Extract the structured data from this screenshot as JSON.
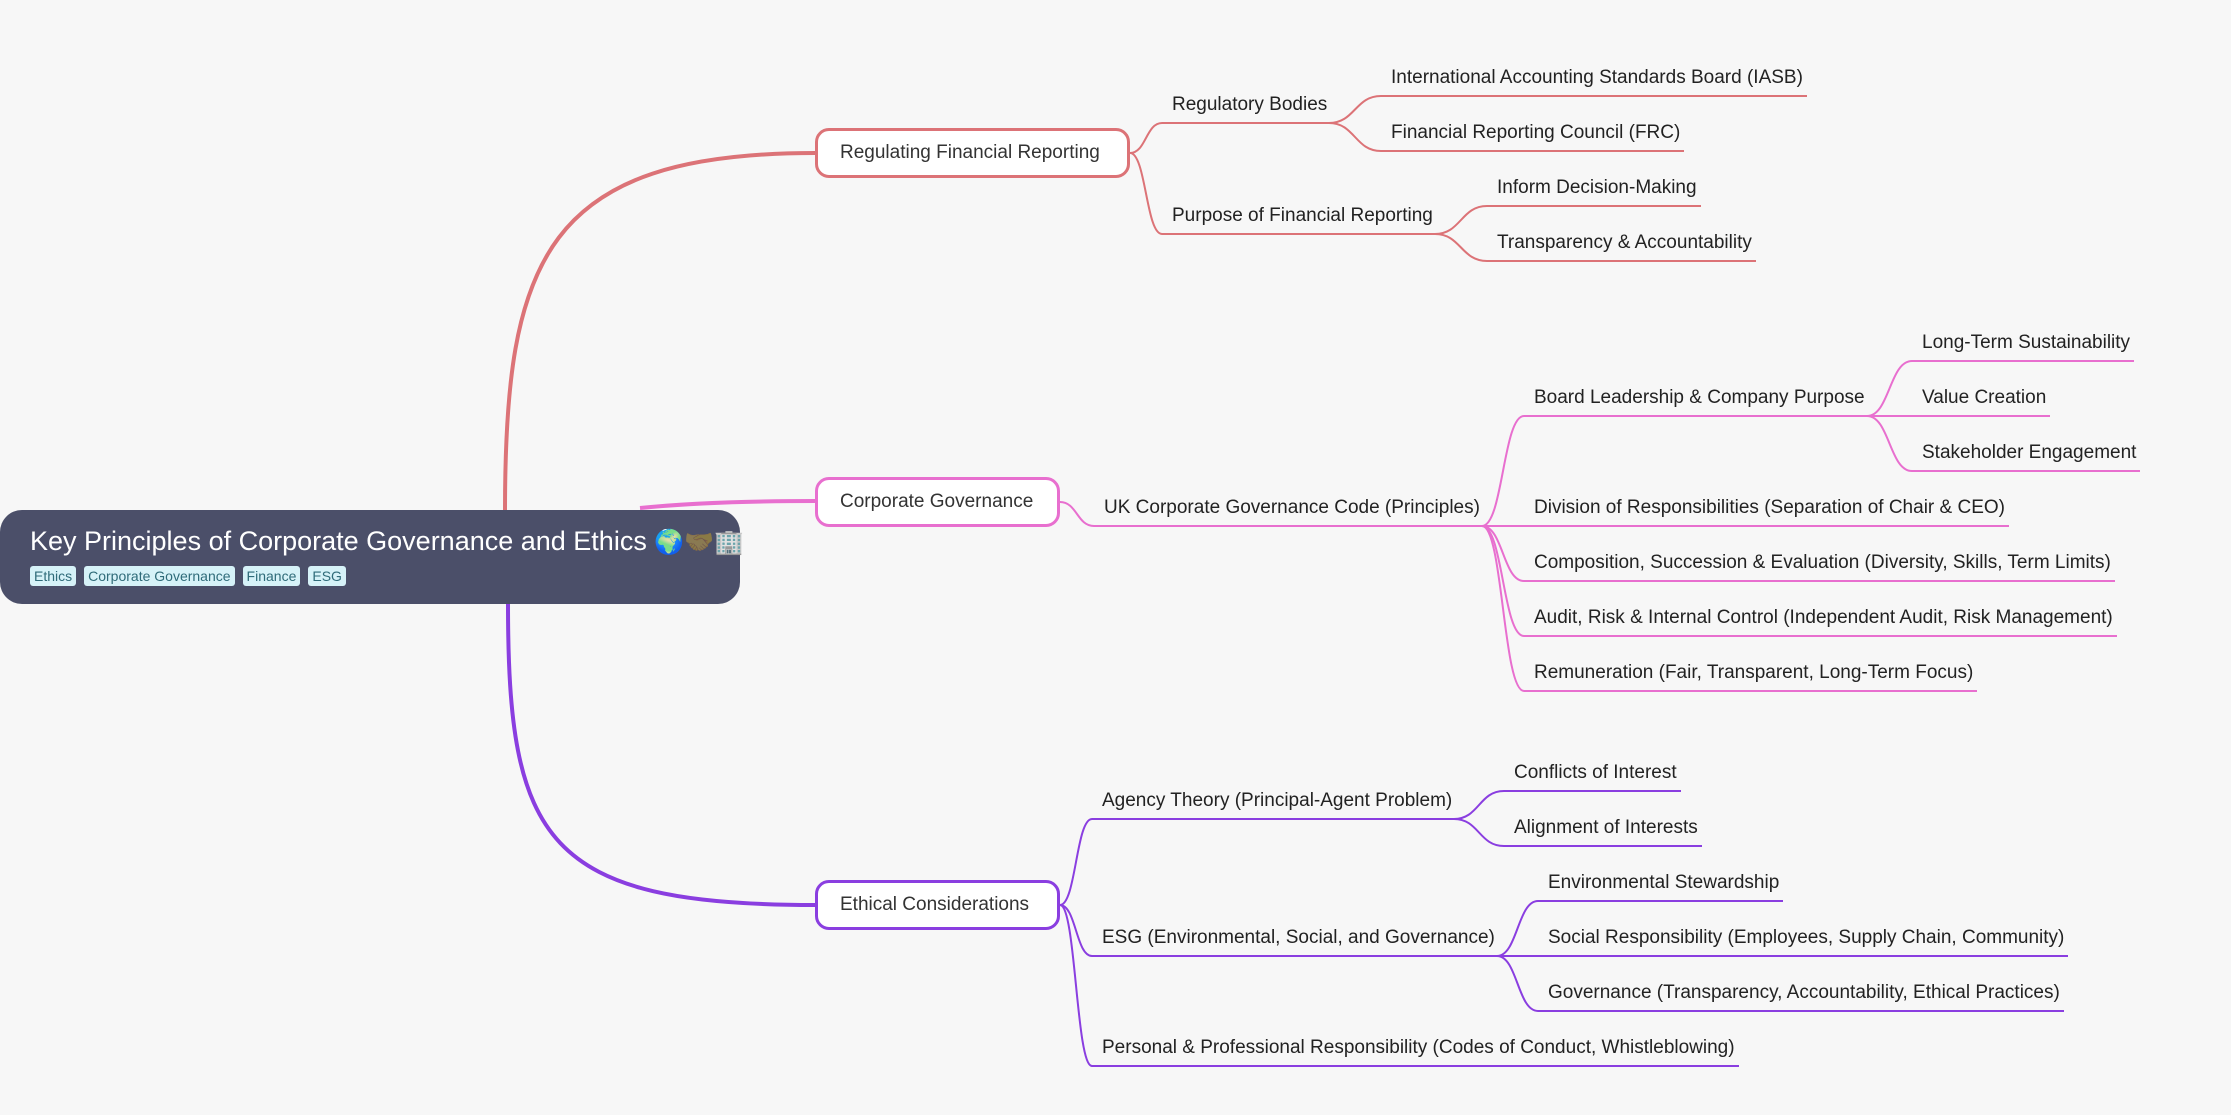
{
  "root": {
    "title": "Key Principles of Corporate Governance and Ethics",
    "title_icons": [
      "globe-icon",
      "handshake-icon",
      "building-icon"
    ],
    "tags": [
      "Ethics",
      "Corporate Governance",
      "Finance",
      "ESG"
    ],
    "color": "#4b4f69"
  },
  "branches": [
    {
      "label": "Regulating Financial Reporting",
      "color": "#dc7377",
      "children": [
        {
          "label": "Regulatory Bodies",
          "children": [
            {
              "label": "International Accounting Standards Board (IASB)"
            },
            {
              "label": "Financial Reporting Council (FRC)"
            }
          ]
        },
        {
          "label": "Purpose of Financial Reporting",
          "children": [
            {
              "label": "Inform Decision-Making"
            },
            {
              "label": "Transparency & Accountability"
            }
          ]
        }
      ]
    },
    {
      "label": "Corporate Governance",
      "color": "#e86fcf",
      "children": [
        {
          "label": "UK Corporate Governance Code (Principles)",
          "children": [
            {
              "label": "Board Leadership & Company Purpose",
              "children": [
                {
                  "label": "Long-Term Sustainability"
                },
                {
                  "label": "Value Creation"
                },
                {
                  "label": "Stakeholder Engagement"
                }
              ]
            },
            {
              "label": "Division of Responsibilities (Separation of Chair & CEO)"
            },
            {
              "label": "Composition, Succession & Evaluation (Diversity, Skills, Term Limits)"
            },
            {
              "label": "Audit, Risk & Internal Control (Independent Audit, Risk Management)"
            },
            {
              "label": "Remuneration (Fair, Transparent, Long-Term Focus)"
            }
          ]
        }
      ]
    },
    {
      "label": "Ethical Considerations",
      "color": "#8a3ee0",
      "children": [
        {
          "label": "Agency Theory (Principal-Agent Problem)",
          "children": [
            {
              "label": "Conflicts of Interest"
            },
            {
              "label": "Alignment of Interests"
            }
          ]
        },
        {
          "label": "ESG (Environmental, Social, and Governance)",
          "children": [
            {
              "label": "Environmental Stewardship"
            },
            {
              "label": "Social Responsibility (Employees, Supply Chain, Community)"
            },
            {
              "label": "Governance (Transparency, Accountability, Ethical Practices)"
            }
          ]
        },
        {
          "label": "Personal & Professional Responsibility (Codes of Conduct, Whistleblowing)"
        }
      ]
    }
  ]
}
